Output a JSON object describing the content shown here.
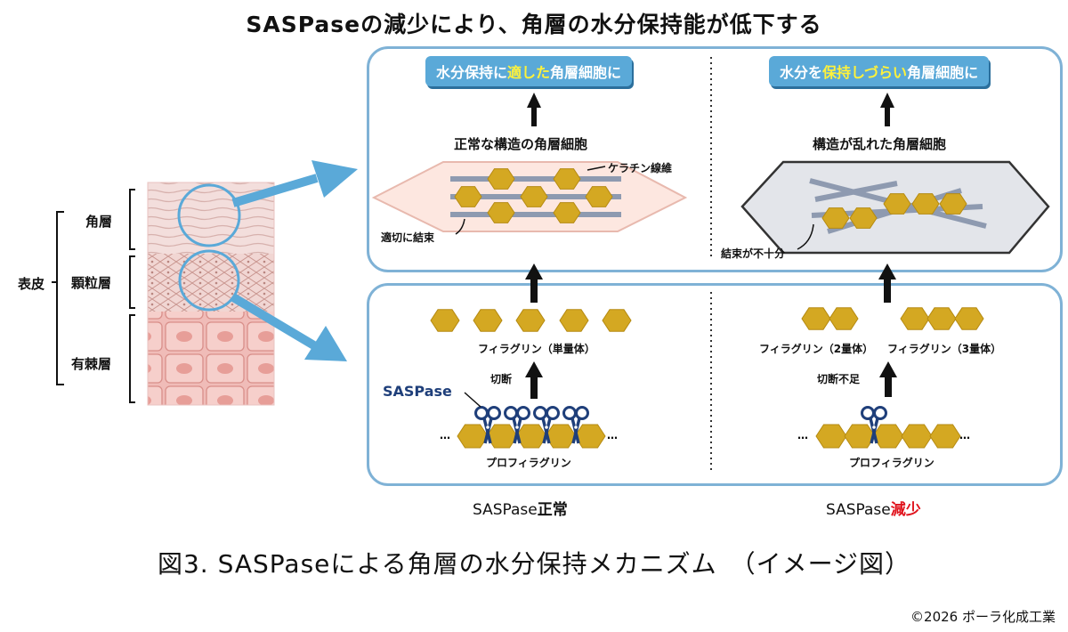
{
  "title": "SASPaseの減少により、角層の水分保持能が低下する",
  "skin": {
    "group_label": "表皮",
    "layers": [
      "角層",
      "顆粒層",
      "有棘層"
    ]
  },
  "normal": {
    "result_pill": {
      "pre": "水分保持に",
      "hl": "適した",
      "post": "角層細胞に"
    },
    "cell_title": "正常な構造の角層細胞",
    "keratin_label": "ケラチン線維",
    "bind_label": "適切に結束",
    "filaggrin_label": "フィラグリン（単量体）",
    "cut_label": "切断",
    "saspase_label": "SASPase",
    "profilaggrin_label": "プロフィラグリン",
    "ellipsis": "…",
    "bottom_pre": "SASPase",
    "bottom_bold": "正常"
  },
  "reduced": {
    "result_pill": {
      "pre": "水分を",
      "hl": "保持しづらい",
      "post": "角層細胞に"
    },
    "cell_title": "構造が乱れた角層細胞",
    "bind_label": "結束が不十分",
    "filaggrin2_label": "フィラグリン（2量体）",
    "filaggrin3_label": "フィラグリン（3量体）",
    "cut_label": "切断不足",
    "profilaggrin_label": "プロフィラグリン",
    "ellipsis": "…",
    "bottom_pre": "SASPase",
    "bottom_red": "減少"
  },
  "caption": "図3. SASPaseによる角層の水分保持メカニズム　（イメージ図）",
  "credit": "©2026 ポーラ化成工業",
  "colors": {
    "panel_border": "#7fb2d6",
    "pill": "#5aa9d8",
    "highlight": "#fff23a",
    "hexagon": "#d4a822",
    "fiber": "#8e9ab0",
    "saspase_text": "#1f3f7a",
    "reduced_text": "#e0121c"
  }
}
